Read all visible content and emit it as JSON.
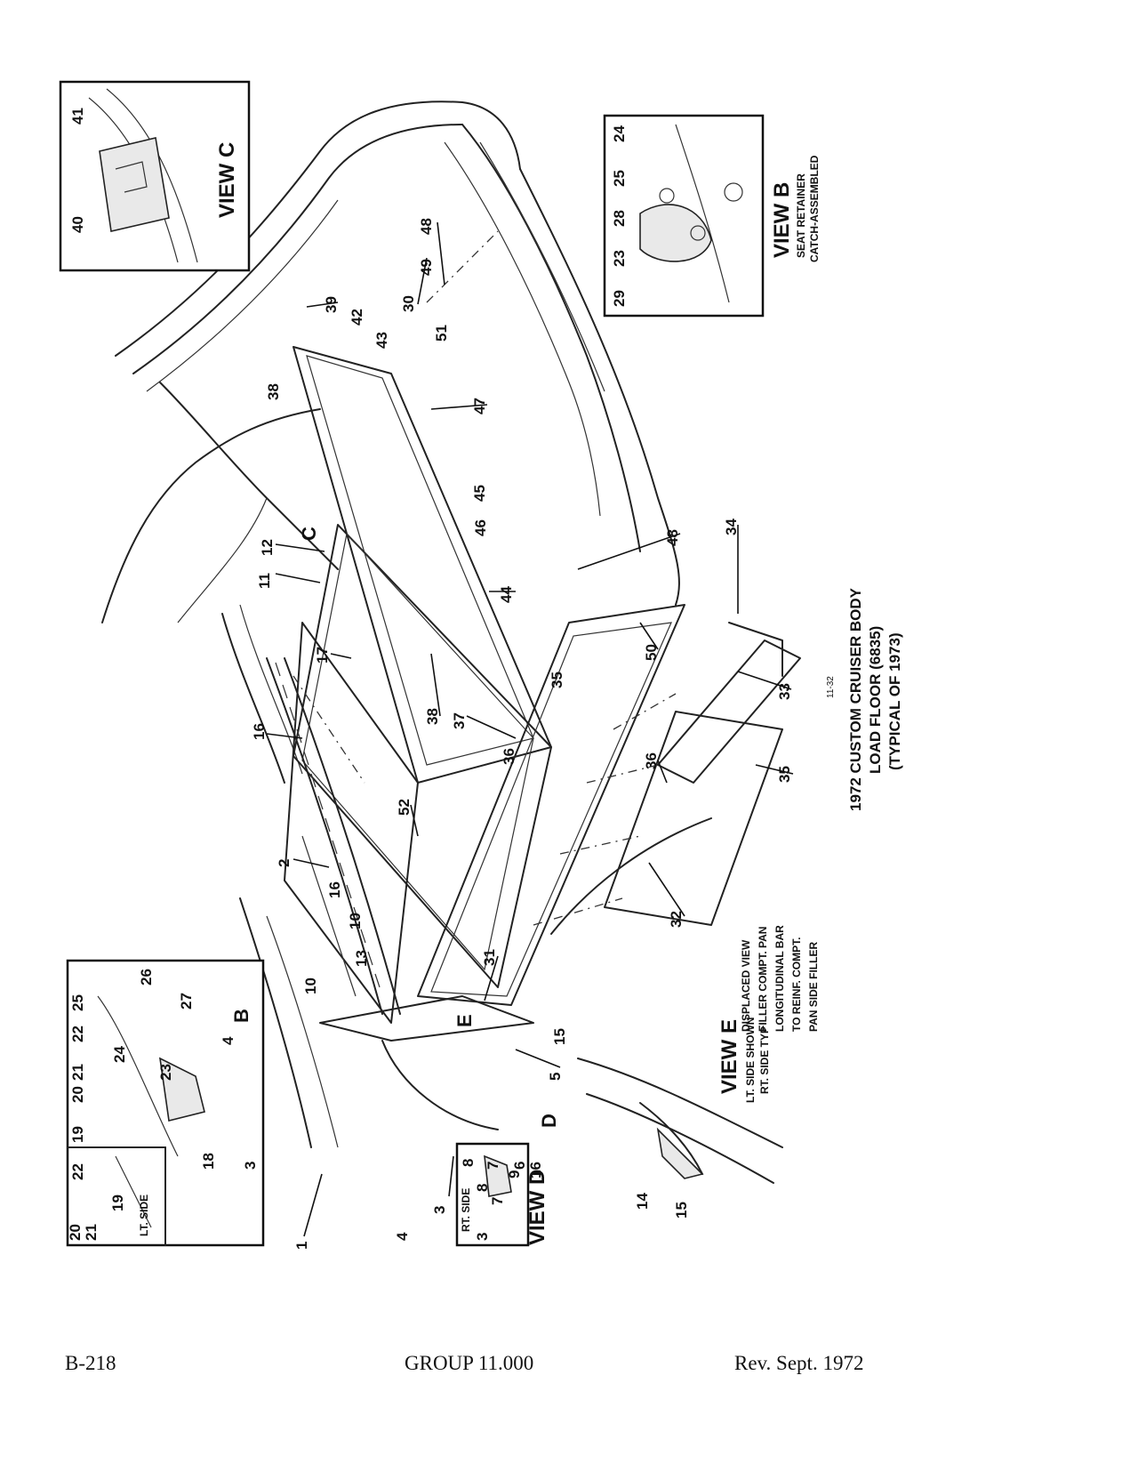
{
  "footer": {
    "page_number": "B-218",
    "group": "GROUP 11.000",
    "revision": "Rev. Sept. 1972"
  },
  "title": {
    "line1": "1972 CUSTOM CRUISER BODY",
    "line2": "LOAD FLOOR (6835)",
    "line3": "(TYPICAL OF 1973)",
    "figure_code": "11-32"
  },
  "view_b": {
    "title": "VIEW B",
    "subtitle_1": "SEAT RETAINER",
    "subtitle_2": "CATCH-ASSEMBLED",
    "callouts": [
      "24",
      "25",
      "28",
      "23",
      "29"
    ]
  },
  "view_c": {
    "title": "VIEW C",
    "callouts": [
      "40",
      "41"
    ]
  },
  "view_d": {
    "title": "VIEW D",
    "side_label": "RT. SIDE",
    "callouts": [
      "3",
      "8",
      "7",
      "9"
    ]
  },
  "view_e": {
    "title": "VIEW E",
    "subtitle_1": "LT. SIDE SHOWN",
    "subtitle_2": "RT. SIDE TYP",
    "callouts": [
      "14",
      "15"
    ]
  },
  "inset_lt": {
    "side_label": "LT. SIDE",
    "callouts": [
      "20",
      "21",
      "19",
      "22",
      "20",
      "21",
      "19",
      "22",
      "25",
      "26",
      "27",
      "24",
      "23",
      "18",
      "3",
      "4"
    ]
  },
  "displaced_view": {
    "line1": "DISPLACED VIEW",
    "line2": "FILLER COMPT. PAN",
    "line3": "LONGITUDINAL BAR",
    "line4": "TO REINF. COMPT.",
    "line5": "PAN SIDE FILLER"
  },
  "view_letters": [
    "C",
    "E",
    "D",
    "B"
  ],
  "main_callouts": [
    "1",
    "2",
    "3",
    "4",
    "5",
    "6",
    "7",
    "8",
    "10",
    "10",
    "11",
    "12",
    "13",
    "15",
    "16",
    "16",
    "16",
    "17",
    "30",
    "31",
    "32",
    "33",
    "34",
    "35",
    "35",
    "36",
    "36",
    "37",
    "38",
    "38",
    "39",
    "42",
    "43",
    "44",
    "45",
    "46",
    "47",
    "48",
    "48",
    "49",
    "50",
    "51",
    "52"
  ]
}
